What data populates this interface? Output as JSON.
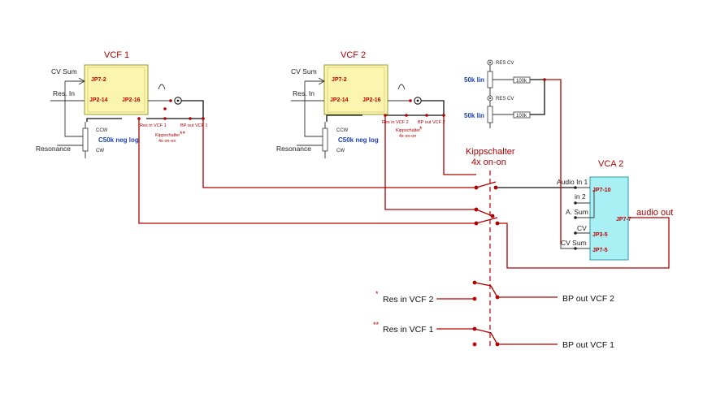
{
  "vcf1": {
    "title": "VCF 1",
    "cv_sum": "CV Sum",
    "res_in": "Res. In",
    "resonance": "Resonance",
    "jp_cv": "JP7-2",
    "jp_res_in": "JP2-14",
    "jp_out": "JP2-16",
    "ccw": "CCW",
    "cw": "CW",
    "pot": "C50k neg log",
    "res_in_vcf": "Res in VCF 1",
    "bp_out_vcf": "BP out VCF 1",
    "kipp": "Kippschalter",
    "kipp_sub": "4x on-on",
    "star": "**"
  },
  "vcf2": {
    "title": "VCF 2",
    "cv_sum": "CV Sum",
    "res_in": "Res. In",
    "resonance": "Resonance",
    "jp_cv": "JP7-2",
    "jp_res_in": "JP2-14",
    "jp_out": "JP2-16",
    "ccw": "CCW",
    "cw": "CW",
    "pot": "C50k neg log",
    "res_in_vcf": "Res in VCF 2",
    "bp_out_vcf": "BP out VCF 2",
    "kipp": "Kippschalter",
    "kipp_sub": "4x on-on",
    "star": "*"
  },
  "rescv": {
    "label_top": "RES CV",
    "label_bottom": "RES CV",
    "r1": "100k",
    "r2": "100k",
    "pot1": "50k lin",
    "pot2": "50k lin"
  },
  "switch": {
    "title": "Kippschalter",
    "subtitle": "4x on-on"
  },
  "vca2": {
    "title": "VCA 2",
    "audio_in1": "Audio In 1",
    "in2": "in 2",
    "a_sum": "A. Sum",
    "cv": "CV",
    "cv_sum": "CV Sum",
    "jp_in": "JP7-10",
    "jp_cv": "JP3-5",
    "jp_cvsum": "JP7-5",
    "jp_out": "JP7-7",
    "audio_out": "audio out"
  },
  "legend": {
    "star1": "*",
    "res_in_vcf2": "Res in VCF 2",
    "bp_out_vcf2": "BP out VCF 2",
    "star2": "**",
    "res_in_vcf1": "Res in VCF 1",
    "bp_out_vcf1": "BP out VCF 1"
  },
  "colors": {
    "wire_red": "#b00000",
    "board_yellow": "#fbf5b0",
    "board_cyan": "#a8f0f4",
    "pot_label_blue": "#1a3fb8"
  }
}
